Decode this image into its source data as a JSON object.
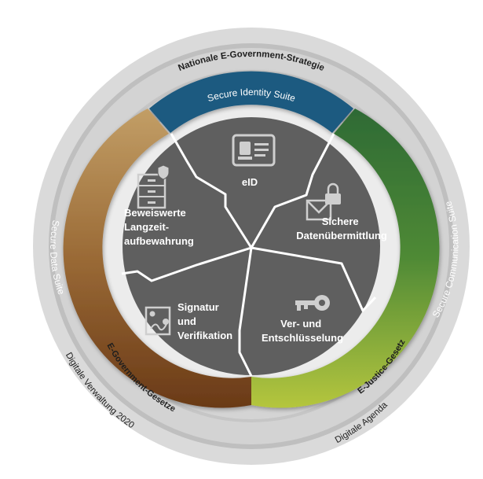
{
  "outer_rings": {
    "ring1": "Nationale E-Government-Strategie",
    "ring2_left": "E-Government-Gesetze",
    "ring2_right": "E-Justice-Gesetz",
    "ring3_left": "Digitale Verwaltung 2020",
    "ring3_right": "Digitale Agenda"
  },
  "suites": {
    "identity": "Secure Identity Suite",
    "communication": "Secure Communication Suite",
    "data": "Secure Data Suite"
  },
  "segments": {
    "eid": [
      "eID"
    ],
    "transfer": [
      "Sichere",
      "Datenübermittlung"
    ],
    "crypto": [
      "Ver- und",
      "Entschlüsselung"
    ],
    "signature": [
      "Signatur",
      "und",
      "Verifikation"
    ],
    "archive": [
      "Beweiswerte",
      "Langzeit-",
      "aufbewahrung"
    ]
  },
  "colors": {
    "identity": "#1d5a80",
    "communication_top": "#2f6a36",
    "communication_bottom": "#a9c23a",
    "data_top": "#b89560",
    "data_bottom": "#6b3d1a",
    "segment_fill": "#5f5f5f"
  },
  "icons": {
    "eid": "id-card-icon",
    "transfer": "locked-envelope-icon",
    "crypto": "key-icon",
    "signature": "signed-certificate-icon",
    "archive": "filing-cabinet-icon"
  }
}
